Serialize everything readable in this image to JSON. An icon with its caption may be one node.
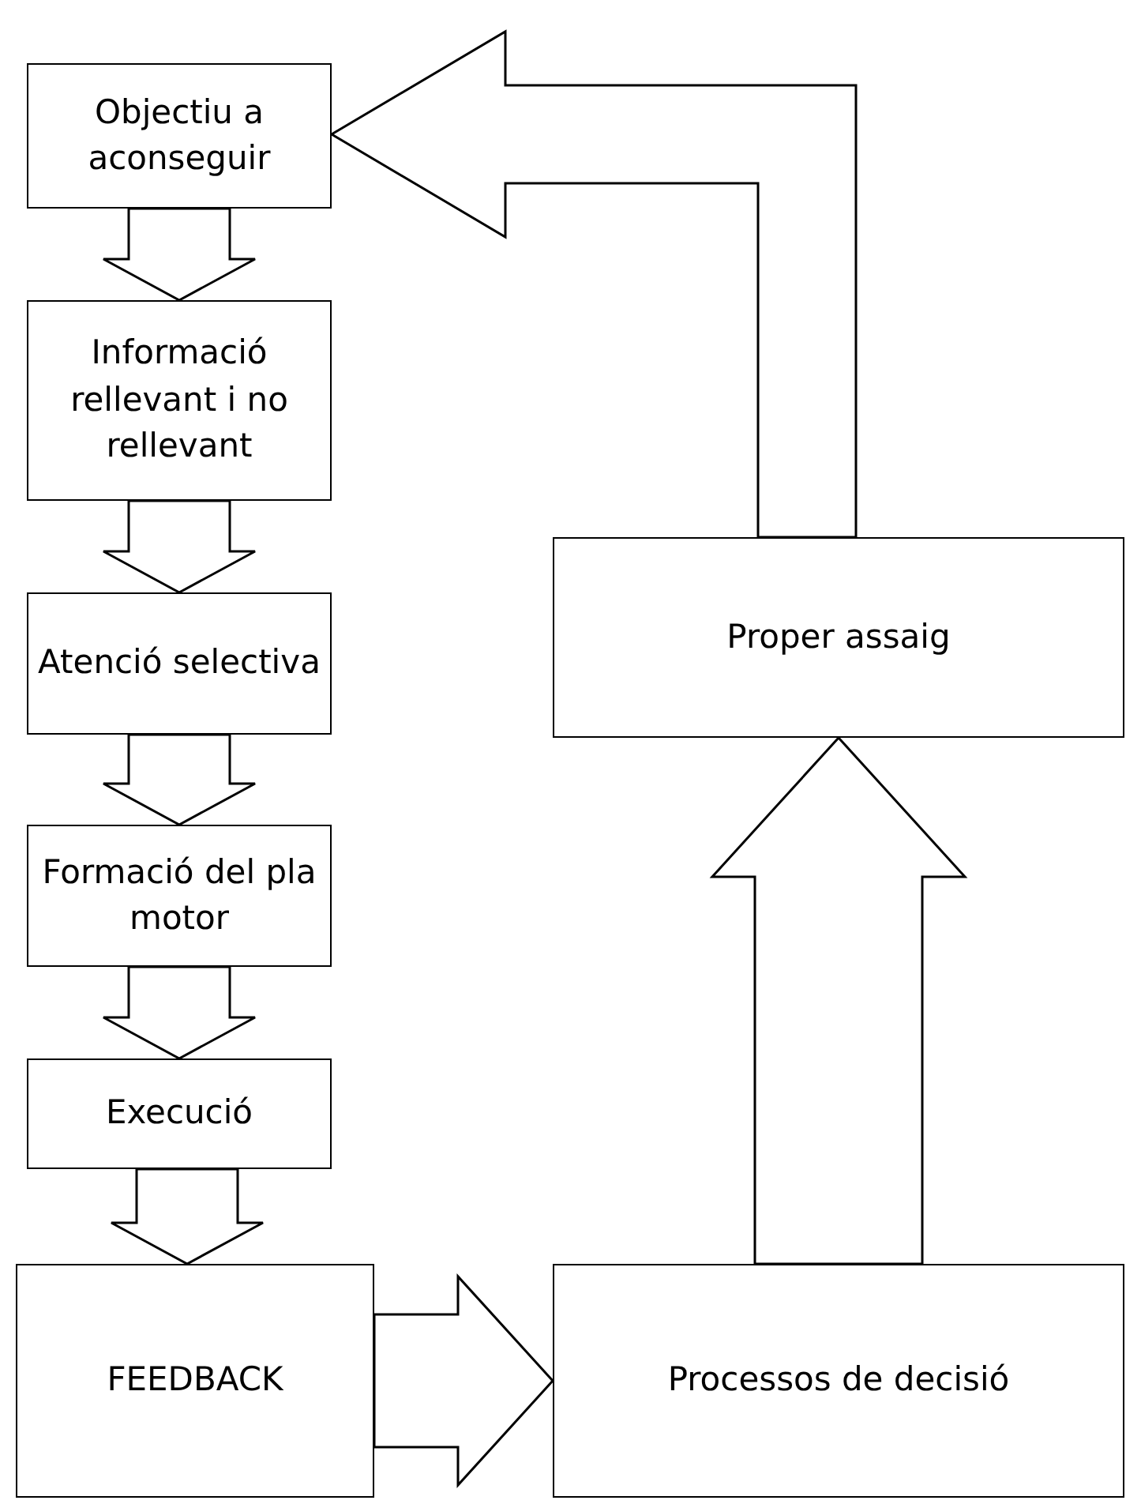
{
  "diagram": {
    "nodes": [
      {
        "text": [
          "Objectiu a aconseguir"
        ]
      },
      {
        "text": [
          "Informació rellevant i no rellevant"
        ]
      },
      {
        "text": [
          "Atenció selectiva"
        ]
      },
      {
        "text": [
          "Formació del pla motor"
        ]
      },
      {
        "text": [
          "Execució"
        ]
      },
      {
        "text": [
          "FEEDBACK"
        ]
      },
      {
        "text": [
          "Proper assaig"
        ]
      },
      {
        "text": [
          "Processos de decisió"
        ]
      }
    ],
    "edges": [
      {
        "from": 0,
        "to": 1,
        "arrow": "to"
      },
      {
        "from": 1,
        "to": 2,
        "arrow": "to"
      },
      {
        "from": 2,
        "to": 3,
        "arrow": "to"
      },
      {
        "from": 3,
        "to": 4,
        "arrow": "to"
      },
      {
        "from": 4,
        "to": 5,
        "arrow": "to"
      },
      {
        "from": 5,
        "to": 7,
        "arrow": "to"
      },
      {
        "from": 7,
        "to": 6,
        "arrow": "to"
      },
      {
        "from": 6,
        "to": 0,
        "arrow": "to"
      }
    ]
  }
}
